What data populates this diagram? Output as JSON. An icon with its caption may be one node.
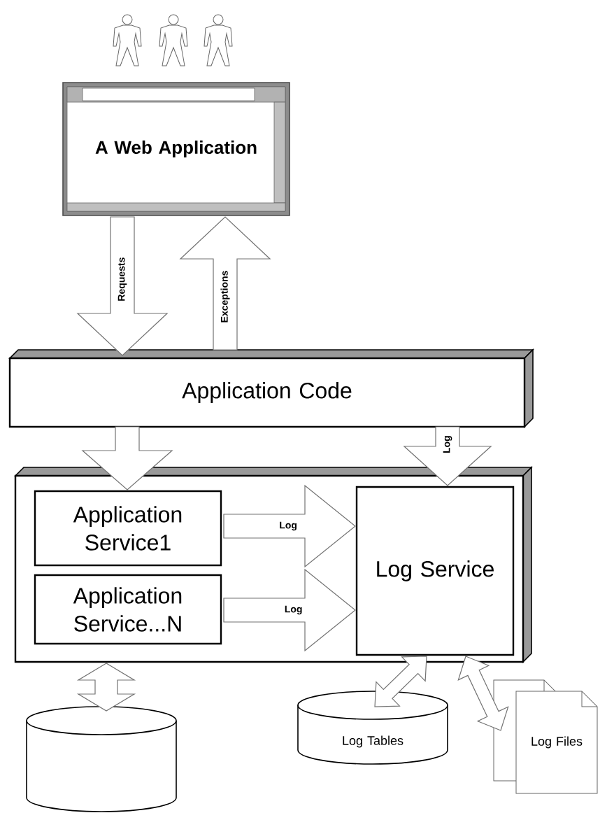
{
  "diagram": {
    "nodes": [
      {
        "text": [
          "A Web Application"
        ]
      },
      {
        "text": [
          "Application Code"
        ]
      },
      {
        "text": [],
        "shape": "box"
      },
      {
        "text": [
          "Application Service1"
        ],
        "in": 2
      },
      {
        "text": [
          "Application Service...N"
        ],
        "in": 2
      },
      {
        "text": [
          "Log Service"
        ],
        "in": 2
      },
      {
        "text": [],
        "shape": "cylinder"
      },
      {
        "text": [
          "Log Tables"
        ]
      },
      {
        "text": [
          "Log Files"
        ]
      }
    ],
    "edges": [
      {
        "from": 0,
        "to": 1,
        "arrow": "to",
        "label": "Requests"
      },
      {
        "from": 1,
        "to": 0,
        "arrow": "to",
        "label": "Exceptions"
      },
      {
        "from": 1,
        "to": 3,
        "arrow": "to"
      },
      {
        "from": 1,
        "to": 5,
        "arrow": "to",
        "label": "Log"
      },
      {
        "from": 3,
        "to": 5,
        "arrow": "to",
        "label": "Log"
      },
      {
        "from": 4,
        "to": 5,
        "arrow": "to",
        "label": "Log"
      },
      {
        "from": 2,
        "to": 6,
        "arrow": "both"
      },
      {
        "from": 5,
        "to": 7,
        "arrow": "both"
      },
      {
        "from": 5,
        "to": 8,
        "arrow": "both"
      }
    ]
  }
}
